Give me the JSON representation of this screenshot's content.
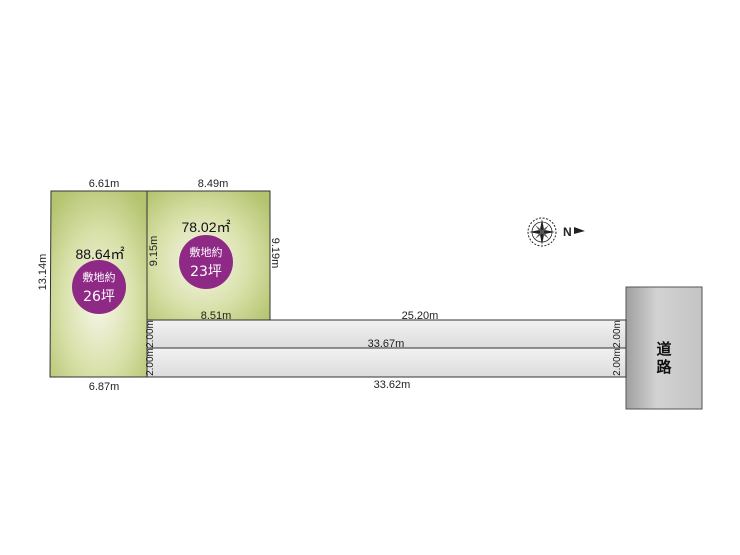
{
  "lots": {
    "left": {
      "area": "88.64㎡",
      "badge_label": "敷地約",
      "badge_value": "26坪",
      "top_width": "6.61m",
      "bottom_width": "6.87m",
      "side_depth": "13.14m"
    },
    "right": {
      "area": "78.02㎡",
      "badge_label": "敷地約",
      "badge_value": "23坪",
      "top_width": "8.49m",
      "bottom_width": "8.51m",
      "left_depth": "9.15m",
      "right_depth": "9.19m"
    }
  },
  "passage": {
    "upper_length": "25.20m",
    "middle_length": "33.67m",
    "lower_length": "33.62m",
    "width_upper_left": "2.00m",
    "width_lower_left": "2.00m",
    "width_upper_right": "2.00m",
    "width_lower_right": "2.00m"
  },
  "road": {
    "label_line1": "道",
    "label_line2": "路"
  },
  "compass": {
    "label": "N"
  },
  "colors": {
    "lot_fill_center": "#f4f6e6",
    "lot_fill_edge": "#b9c878",
    "badge": "#8e2a86",
    "passage": "#e6e6e6",
    "road": "#bdbdbd"
  }
}
